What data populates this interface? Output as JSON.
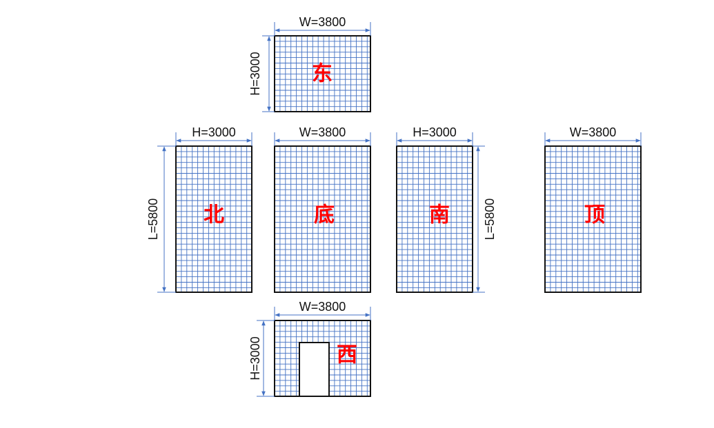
{
  "colors": {
    "grid": "#4472c4",
    "border": "#111111",
    "dimension": "#4472c4",
    "face_label": "#ff0000",
    "text": "#111111"
  },
  "panels": [
    {
      "id": "east",
      "label": "东",
      "top": "W=3800",
      "side": "H=3000"
    },
    {
      "id": "north",
      "label": "北",
      "top": "H=3000",
      "side": "L=5800"
    },
    {
      "id": "bottom",
      "label": "底",
      "top": "W=3800"
    },
    {
      "id": "south",
      "label": "南",
      "top": "H=3000",
      "side": "L=5800"
    },
    {
      "id": "roof",
      "label": "顶",
      "top": "W=3800"
    },
    {
      "id": "west",
      "label": "西",
      "top": "W=3800",
      "side": "H=3000",
      "has_door": true
    }
  ]
}
